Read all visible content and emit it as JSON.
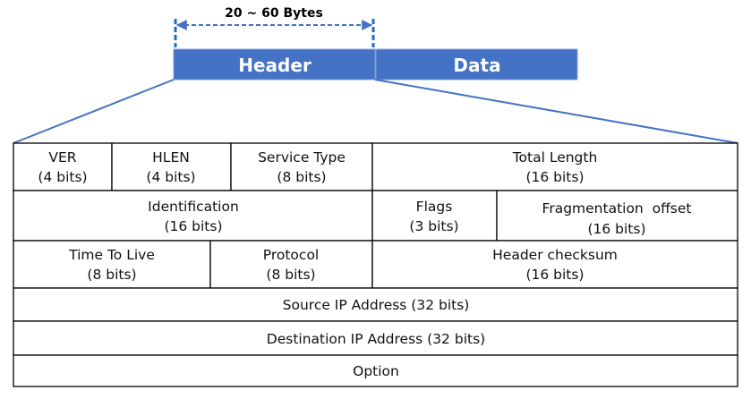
{
  "size_label": "20 ~ 60 Bytes",
  "packet": {
    "header": "Header",
    "data": "Data"
  },
  "colors": {
    "accent": "#4472C4",
    "dashed": "#1F6FC0"
  },
  "rows": [
    [
      {
        "name": "VER",
        "bits": "(4 bits)"
      },
      {
        "name": "HLEN",
        "bits": "(4 bits)"
      },
      {
        "name": "Service Type",
        "bits": "(8 bits)"
      },
      {
        "name": "Total Length",
        "bits": "(16 bits)"
      }
    ],
    [
      {
        "name": "Identification",
        "bits": "(16 bits)"
      },
      {
        "name": "Flags",
        "bits": "(3 bits)"
      },
      {
        "name": "Fragmentation  offset",
        "bits": "(16 bits)"
      }
    ],
    [
      {
        "name": "Time To Live",
        "bits": "(8 bits)"
      },
      {
        "name": "Protocol",
        "bits": "(8 bits)"
      },
      {
        "name": "Header checksum",
        "bits": "(16 bits)"
      }
    ],
    [
      {
        "name": "Source IP Address (32 bits)"
      }
    ],
    [
      {
        "name": "Destination IP Address (32 bits)"
      }
    ],
    [
      {
        "name": "Option"
      }
    ]
  ]
}
